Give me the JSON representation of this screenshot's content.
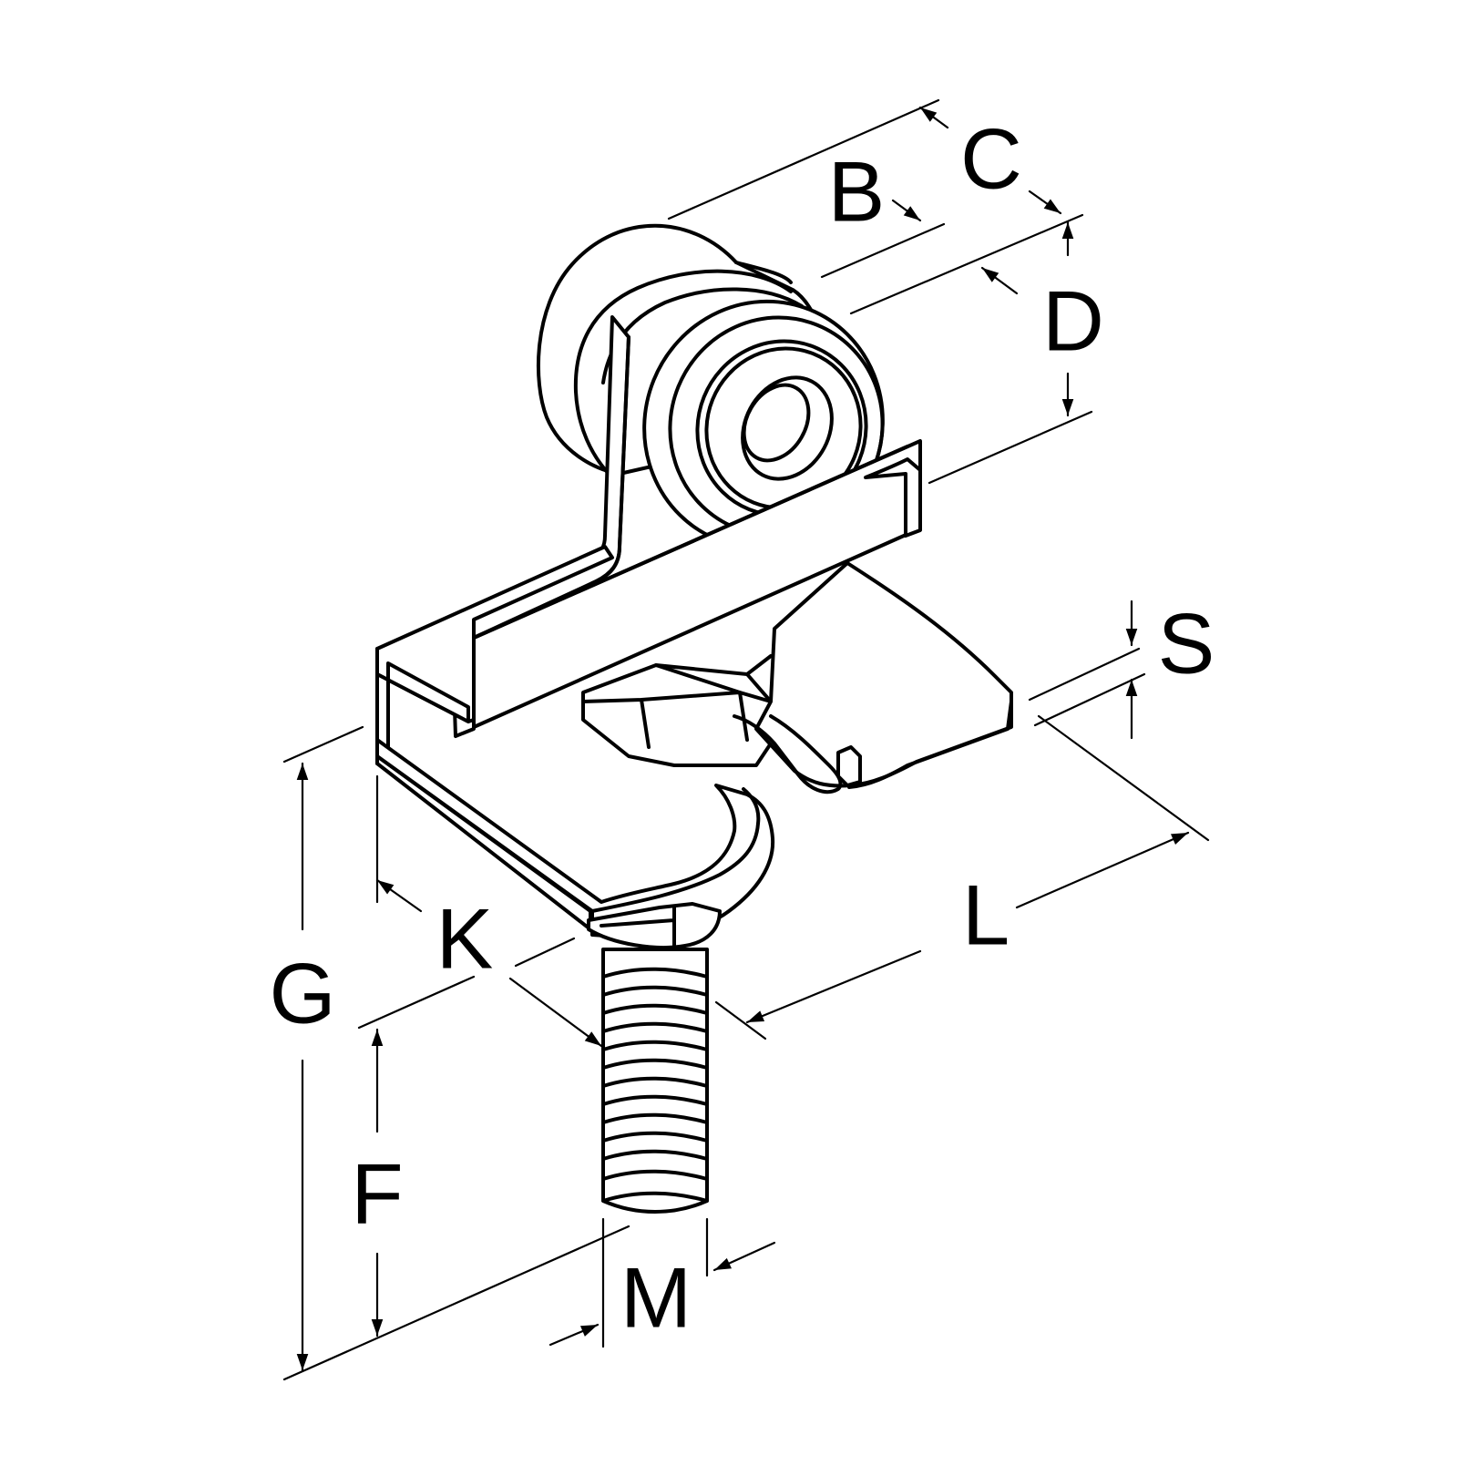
{
  "diagram": {
    "subject": "roller-hanger-with-threaded-bolt",
    "line_color": "#000000",
    "background_color": "#ffffff",
    "dimension_labels": {
      "b": "B",
      "c": "C",
      "d": "D",
      "s": "S",
      "l": "L",
      "k": "K",
      "g": "G",
      "f": "F",
      "m": "M"
    }
  }
}
